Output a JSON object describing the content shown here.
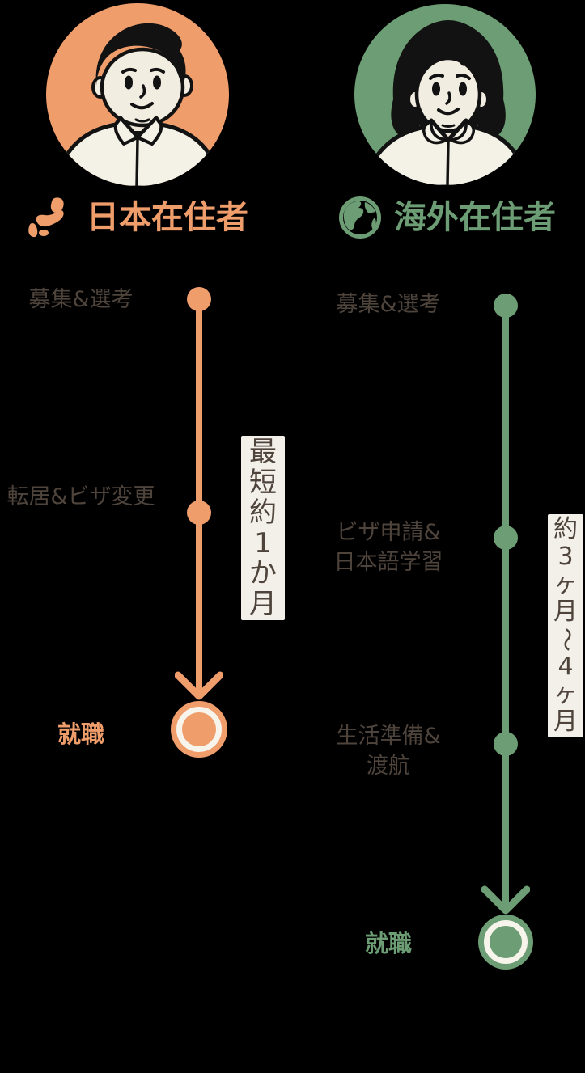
{
  "page": {
    "background": "#000000"
  },
  "colors": {
    "orange": "#F09D6C",
    "green": "#6C9D74",
    "label_text": "#4E443C",
    "duration_box_bg": "#F2F0E8",
    "ring_white": "#F7F4EC"
  },
  "columns": [
    {
      "title": "日本在住者",
      "icon": "japan-map-icon",
      "avatar": "man-avatar",
      "accent": "#F09D6C",
      "duration_label": "最短約1か月",
      "milestones": [
        {
          "label": "募集&選考"
        },
        {
          "label": "転居&ビザ変更"
        },
        {
          "label": "就職"
        }
      ]
    },
    {
      "title": "海外在住者",
      "icon": "globe-icon",
      "avatar": "woman-avatar",
      "accent": "#6C9D74",
      "duration_label": "約3ヶ月〜4ヶ月",
      "milestones": [
        {
          "label": "募集&選考"
        },
        {
          "label": "ビザ申請&\n日本語学習"
        },
        {
          "label": "生活準備&\n渡航"
        },
        {
          "label": "就職"
        }
      ]
    }
  ]
}
